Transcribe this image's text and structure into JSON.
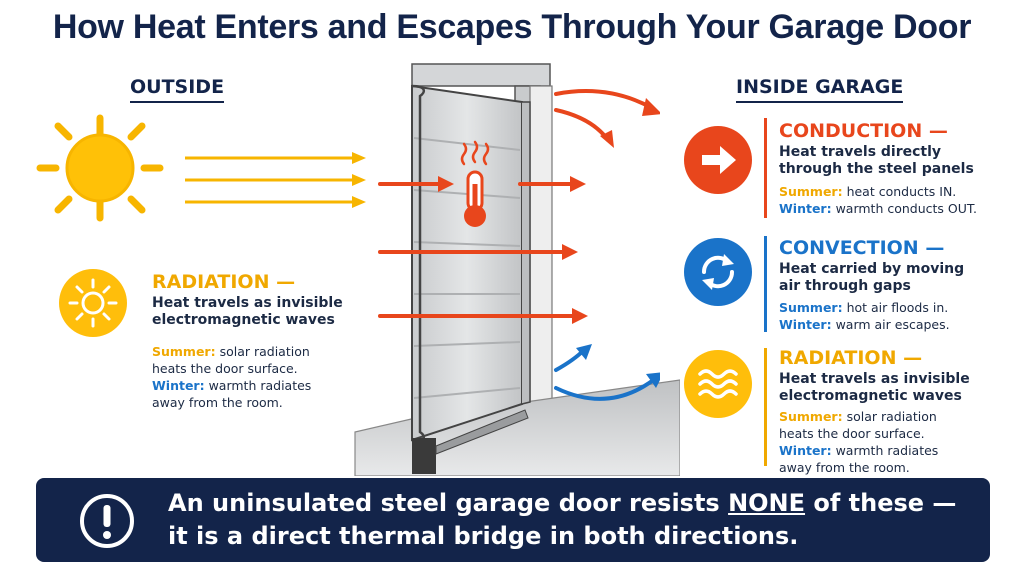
{
  "title": "How Heat Enters and Escapes Through Your Garage Door",
  "outside_label": "OUTSIDE",
  "inside_label": "INSIDE GARAGE",
  "left_radiation": {
    "heading": "RADIATION —",
    "desc_line1": "Heat travels as invisible",
    "desc_line2": "electromagnetic waves",
    "summer_label": "Summer:",
    "summer_text1": " solar radiation",
    "summer_text2": "heats the door surface.",
    "winter_label": "Winter:",
    "winter_text1": " warmth radiates",
    "winter_text2": "away from the room."
  },
  "conduction": {
    "heading": "CONDUCTION —",
    "desc_line1": "Heat travels directly",
    "desc_line2": "through the steel panels",
    "summer_label": "Summer:",
    "summer_text": " heat conducts IN.",
    "winter_label": "Winter:",
    "winter_text": " warmth conducts OUT."
  },
  "convection": {
    "heading": "CONVECTION —",
    "desc_line1": "Heat carried by moving",
    "desc_line2": "air through gaps",
    "summer_label": "Summer:",
    "summer_text": " hot air floods in.",
    "winter_label": "Winter:",
    "winter_text": " warm air escapes."
  },
  "right_radiation": {
    "heading": "RADIATION —",
    "desc_line1": "Heat travels as invisible",
    "desc_line2": "electromagnetic waves",
    "summer_label": "Summer:",
    "summer_text1": " solar radiation",
    "summer_text2": "heats the door surface.",
    "winter_label": "Winter:",
    "winter_text1": " warmth radiates",
    "winter_text2": "away from the room."
  },
  "banner": {
    "line1_pre": "An uninsulated steel garage door resists ",
    "line1_emph": "NONE",
    "line1_post": " of these —",
    "line2": "it is a direct thermal bridge in both directions."
  },
  "icons": {
    "sun": "sun-icon",
    "thermometer": "thermometer-icon",
    "conduction": "arrow-right-circle-icon",
    "convection": "refresh-cycle-icon",
    "radiation": "waves-icon",
    "warning": "exclamation-icon"
  },
  "colors": {
    "navy": "#13244a",
    "radiation_yellow": "#f0a800",
    "conduction_orange": "#e8461c",
    "convection_blue": "#1a73c9"
  }
}
